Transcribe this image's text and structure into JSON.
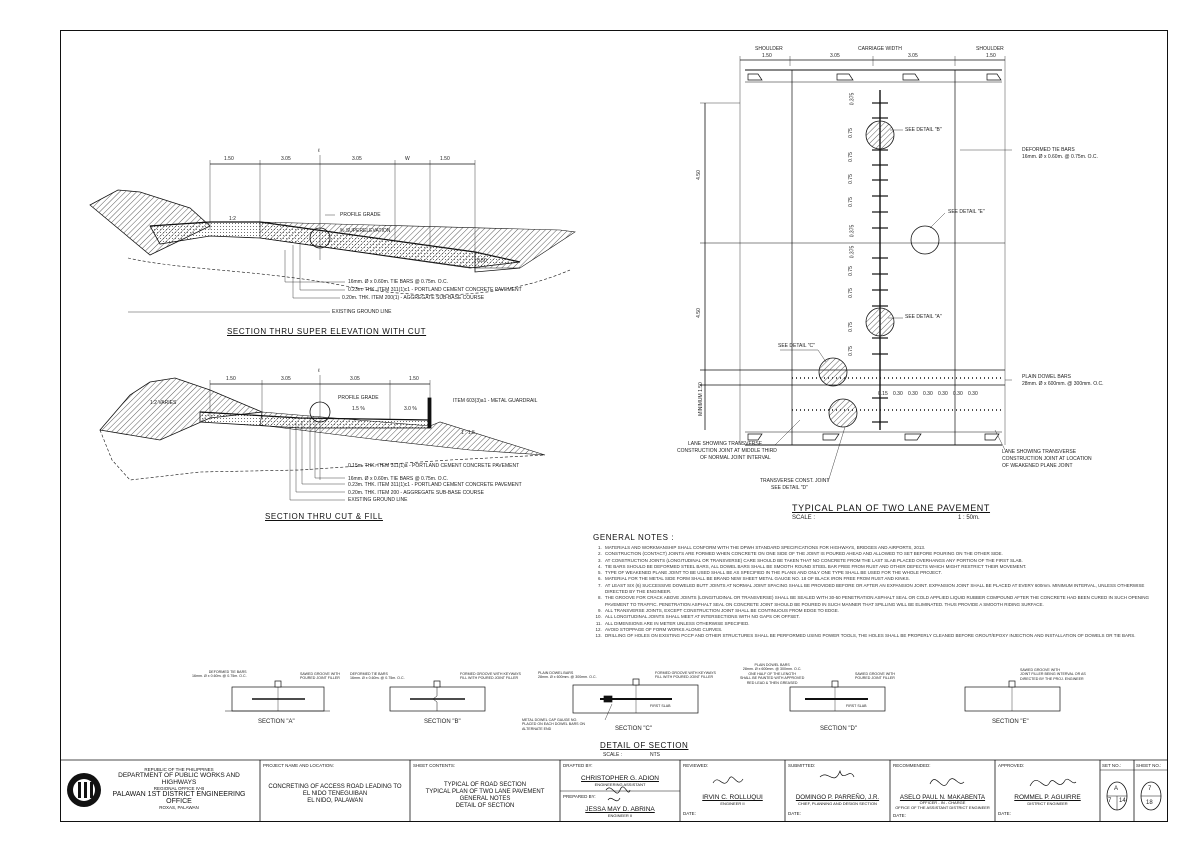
{
  "drawing": {
    "sec1": {
      "title": "SECTION THRU SUPER ELEVATION WITH CUT",
      "dims": [
        "1.50",
        "3.05",
        "3.05",
        "W",
        "1.50"
      ],
      "cl": "ℓ",
      "labels": [
        "PROFILE GRADE",
        "% SUPERELEVATION",
        "16mm. Ø x 0.60m. TIE BARS @ 0.75m. O.C.",
        "0.23m. THK. ITEM 311(1)c1 - PORTLAND CEMENT CONCRETE PAVEMENT",
        "0.20m. THK. ITEM 200(1) - AGGREGATE SUB-BASE COURSE",
        "EXISTING GROUND LINE"
      ],
      "small": [
        "1:2",
        "0.50"
      ]
    },
    "sec2": {
      "title": "SECTION THRU CUT & FILL",
      "dims": [
        "1.50",
        "3.05",
        "3.05",
        "1.50"
      ],
      "cl": "ℓ",
      "labels": [
        "PROFILE GRADE",
        "ITEM 603(3)a1 - METAL GUARDRAIL",
        "0.15m. THK. ITEM 311(1)a - PORTLAND CEMENT CONCRETE PAVEMENT",
        "16mm. Ø x 0.60m. TIE BARS @ 0.75m. O.C.",
        "0.23m. THK. ITEM 311(1)c1 - PORTLAND CEMENT CONCRETE PAVEMENT",
        "0.20m. THK. ITEM 200 - AGGREGATE SUB-BASE COURSE",
        "EXISTING GROUND LINE"
      ],
      "slopes": [
        "1.5 %",
        "3.0 %",
        "1:2 VARIES",
        "1 : 1.5"
      ]
    },
    "plan": {
      "title": "TYPICAL PLAN OF TWO LANE PAVEMENT",
      "scale_label": "SCALE :",
      "scale": "1 : 50m.",
      "top_labels": [
        "SHOULDER",
        "CARRIAGE WIDTH",
        "SHOULDER"
      ],
      "top_dims": [
        "1.50",
        "3.05",
        "3.05",
        "1.50"
      ],
      "left_dims": [
        "4.50",
        "4.50",
        "MINIMUM\n1.50"
      ],
      "callouts": [
        "SEE DETAIL \"B\"",
        "SEE DETAIL \"E\"",
        "SEE DETAIL \"A\"",
        "SEE DETAIL \"C\""
      ],
      "notes_right": [
        "DEFORMED TIE BARS",
        "16mm. Ø x 0.60m. @ 0.75m. O.C.",
        "PLAIN DOWEL BARS",
        "28mm. Ø x 600mm. @ 300mm. O.C.",
        "LANE SHOWING TRANSVERSE",
        "CONSTRUCTION JOINT AT LOCATION",
        "OF WEAKENED PLANE JOINT"
      ],
      "notes_left": [
        "LANE SHOWING TRANSVERSE",
        "CONSTRUCTION JOINT AT MIDDLE THIRD",
        "OF NORMAL JOINT INTERVAL",
        "TRANSVERSE CONST. JOINT",
        "SEE DETAIL \"D\""
      ],
      "spacing": [
        "0.375",
        "0.75",
        "0.75",
        "0.75",
        "0.75",
        "0.375",
        "0.375",
        "0.75",
        "0.75",
        "0.75",
        "0.75"
      ],
      "dowel_spacing": [
        "0.15",
        "0.30",
        "0.30",
        "0.30",
        "0.30",
        "0.30",
        "0.30"
      ]
    }
  },
  "notes": {
    "heading": "GENERAL NOTES :",
    "items": [
      "MATERIALS AND WORKMANSHIP SHALL CONFORM WITH THE DPWH STANDARD SPECIFICATIONS FOR HIGHWAYS, BRIDGES AND AIRPORTS, 2013.",
      "CONSTRUCTION (CONTACT) JOINTS ARE FORMED WHEN CONCRETE ON ONE SIDE OF THE JOINT IS POURED AHEAD AND ALLOWED TO SET BEFORE POURING ON THE OTHER SIDE.",
      "AT CONSTRUCTION JOINTS (LONGITUDINAL OR TRANSVERSE) CARE SHOULD BE TAKEN THAT NO CONCRETE FROM THE LAST SLAB PLACED OVERHANGS ANY PORTION OF THE FIRST SLAB.",
      "TIE BARS SHOULD BE DEFORMED STEEL BARS, ALL DOWEL BARS SHALL BE SMOOTH ROUND STEEL BAR FREE FROM RUST AND OTHER DEFECTS WHICH MIGHT RESTRICT THEIR MOVEMENT.",
      "TYPE OF WEAKENED PLANE JOINT TO BE USED SHALL BE AS SPECIFIED IN THE PLANS AND ONLY ONE TYPE SHALL BE USED FOR THE WHOLE PROJECT.",
      "MATERIAL FOR THE METAL SIDE FORM SHALL BE BRAND NEW SHEET METAL GAUGE NO. 18 OF BLACK IRON FREE FROM RUST AND KINKS.",
      "AT LEAST SIX (6) SUCCESSIVE DOWELED BUTT JOINTS AT NORMAL JOINT SPACING SHALL BE PROVIDED BEFORE OR AFTER AN EXPANSION JOINT. EXPANSION JOINT SHALL BE PLACED AT EVERY 600mm. MINIMUM INTERVAL, UNLESS OTHERWISE DIRECTED BY THE ENGINEER.",
      "THE GROOVE FOR CRACK ABOVE JOINTS (LONGITUDINAL OR TRANSVERSE) SHALL BE SEALED WITH 30-50 PENETRATION ASPHALT SEAL OR COLD APPLIED LIQUID RUBBER COMPOUND AFTER THE CONCRETE HAD BEEN CURED IN SUCH OPENING PAVEMENT TO TRAFFIC. PENETRATION ASPHALT SEAL ON CONCRETE JOINT SHOULD BE POURED IN SUCH MANNER THAT SPILLING WILL BE ELIMINATED. THUS PROVIDE A SMOOTH RIDING SURFACE.",
      "ALL TRANSVERSE JOINTS, EXCEPT CONSTRUCTION JOINT SHALL BE CONTINUOUS FROM EDGE TO EDGE.",
      "ALL LONGITUDINAL JOINTS SHALL MEET AT INTERSECTIONS WITH NO GAPS OR OFFSET.",
      "ALL DIMENSIONS ARE IN METER UNLESS OTHERWISE SPECIFIED.",
      "AVOID STOPPAGE OF FORM WORKS ALONG CURVES.",
      "DRILLING OF HOLES ON EXISTING PCCP AND OTHER STRUCTURES SHALL BE PERFORMED USING POWER TOOLS, THE HOLES SHALL BE PROPERLY CLEANED BEFORE GROUT/EPOXY INJECTION AND INSTALLATION OF DOWELS OR TIE BARS."
    ]
  },
  "details": {
    "title": "DETAIL OF SECTION",
    "scale": "SCALE :                    NTS",
    "sections": [
      {
        "name": "SECTION \"A\"",
        "left": "DEFORMED TIE BARS\n16mm. Ø x 0.60m. @ 0.75m. O.C.",
        "right": "SAWED GROOVE WITH\nPOURED JOINT FILLER"
      },
      {
        "name": "SECTION \"B\"",
        "left": "DEFORMED TIE BARS\n16mm. Ø x 0.60m. @ 0.75m. O.C.",
        "right": "FORMED GROOVE WITH KEYWAYS\nFILL WITH POURED JOINT FILLER"
      },
      {
        "name": "SECTION \"C\"",
        "left": "PLAIN DOWEL BARS\n28mm. Ø x 600mm. @ 300mm. O.C.",
        "right": "FORMED GROOVE WITH KEYWAYS\nFILL WITH POURED JOINT FILLER",
        "bottom": "METAL DOWEL CAP GAUGE NO.\nPLACED ON EACH DOWEL BARS ON\nALTERNATE END",
        "slab": "FIRST SLAB"
      },
      {
        "name": "SECTION \"D\"",
        "left": "PLAIN DOWEL BARS\n28mm. Ø x 600mm. @ 300mm. O.C.\nONE HALF OF THE LENGTH\nSHALL BE PAINTED WITH APPROVED\nRED LEAD & THEN GREASED",
        "right": "SAWED GROOVE WITH\nPOURED JOINT FILLER",
        "slab": "FIRST SLAB"
      },
      {
        "name": "SECTION \"E\"",
        "left": "",
        "right": "SAWED GROOVE WITH\nJOINT FILLER BEING INTERVAL OR AS\nDIRECTED BY THE PROJ. ENGINEER"
      }
    ]
  },
  "titleblock": {
    "agency": [
      "REPUBLIC OF THE PHILIPPINES",
      "DEPARTMENT OF PUBLIC WORKS AND HIGHWAYS",
      "REGIONAL OFFICE IV-B",
      "PALAWAN 1ST DISTRICT ENGINEERING OFFICE",
      "ROXAS, PALAWAN"
    ],
    "project_label": "PROJECT NAME AND LOCATION:",
    "project": [
      "CONCRETING OF ACCESS ROAD LEADING TO",
      "EL NIDO TENEGUIBAN",
      "EL NIDO, PALAWAN"
    ],
    "contents_label": "SHEET CONTENTS:",
    "contents": [
      "TYPICAL OF ROAD SECTION",
      "TYPICAL PLAN OF TWO LANE PAVEMENT",
      "GENERAL NOTES",
      "DETAIL OF SECTION"
    ],
    "drafted_label": "DRAFTED BY:",
    "drafted_name": "CHRISTOPHER G. ADION",
    "drafted_role": "ENGINEERING ASSISTANT",
    "prepared_label": "PREPARED BY:",
    "prepared_name": "JESSA MAY D. ABRINA",
    "prepared_role": "ENGINEER II",
    "reviewed_label": "REVIEWED:",
    "reviewed_name": "IRVIN C. ROLLUQUI",
    "reviewed_role": "ENGINEER II",
    "submitted_label": "SUBMITTED:",
    "submitted_name": "DOMINGO P. PARREÑO, J.R.",
    "submitted_role": "CHIEF, PLANNING AND DESIGN SECTION",
    "recommended_label": "RECOMMENDED:",
    "recommended_name": "ASELO PAUL N. MAKABENTA",
    "recommended_role": "OFFICER - IN - CHARGE\nOFFICE OF THE ASSISTANT DISTRICT ENGINEER",
    "approved_label": "APPROVED:",
    "approved_name": "ROMMEL P. AGUIRRE",
    "approved_role": "DISTRICT ENGINEER",
    "date_label": "DATE:",
    "set_label": "SET NO.:",
    "sheet_label": "SHEET NO.:",
    "set_top": "A",
    "set_a": "7",
    "set_b": "14",
    "sheet_top": "7",
    "sheet_bottom": "18"
  }
}
